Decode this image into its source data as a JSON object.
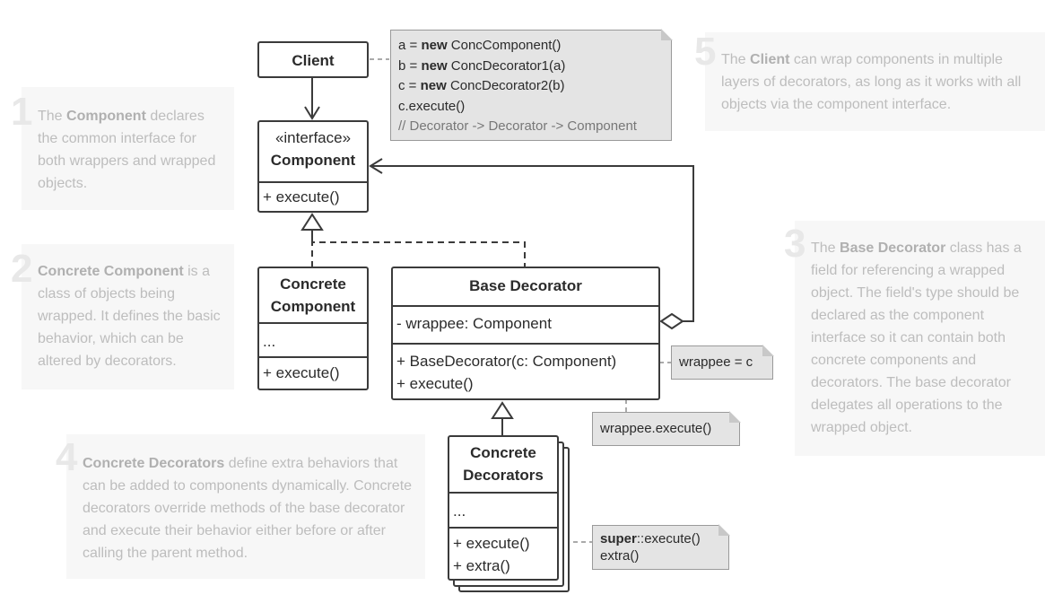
{
  "annotations": [
    {
      "num": "1",
      "parts": [
        {
          "t": "The ",
          "b": false
        },
        {
          "t": "Component",
          "b": true
        },
        {
          "t": " declares the common interface for both wrappers and wrapped objects.",
          "b": false
        }
      ]
    },
    {
      "num": "2",
      "parts": [
        {
          "t": "Concrete Component",
          "b": true
        },
        {
          "t": " is a class of objects being wrapped. It defines the basic behavior, which can be altered by decorators.",
          "b": false
        }
      ]
    },
    {
      "num": "3",
      "parts": [
        {
          "t": "The ",
          "b": false
        },
        {
          "t": "Base Decorator",
          "b": true
        },
        {
          "t": " class has a field for referencing a wrapped object. The field's type should be declared as the component interface so it can contain both concrete components and decorators. The base decorator delegates all operations to the wrapped object.",
          "b": false
        }
      ]
    },
    {
      "num": "4",
      "parts": [
        {
          "t": "Concrete Decorators",
          "b": true
        },
        {
          "t": " define extra behaviors that can be added to components dynamically. Concrete decorators override methods of the base decorator and execute their behavior either before or after calling the parent method.",
          "b": false
        }
      ]
    },
    {
      "num": "5",
      "parts": [
        {
          "t": "The ",
          "b": false
        },
        {
          "t": "Client",
          "b": true
        },
        {
          "t": " can wrap components in multiple layers of decorators, as long as it works with all objects via the component interface.",
          "b": false
        }
      ]
    }
  ],
  "classes": {
    "client": {
      "title": "Client"
    },
    "component": {
      "stereotype": "«interface»",
      "title": "Component",
      "methods": [
        "+ execute()"
      ]
    },
    "concrete_component": {
      "title_lines": [
        "Concrete",
        "Component"
      ],
      "fields": [
        "..."
      ],
      "methods": [
        "+ execute()"
      ]
    },
    "base_decorator": {
      "title": "Base Decorator",
      "fields": [
        "- wrappee: Component"
      ],
      "methods": [
        "+ BaseDecorator(c: Component)",
        "+ execute()"
      ]
    },
    "concrete_decorators": {
      "title_lines": [
        "Concrete",
        "Decorators"
      ],
      "fields": [
        "..."
      ],
      "methods": [
        "+ execute()",
        "+ extra()"
      ]
    }
  },
  "notes": {
    "client_code": [
      [
        {
          "t": "a = ",
          "b": false
        },
        {
          "t": "new",
          "b": true
        },
        {
          "t": " ConcComponent()",
          "b": false
        }
      ],
      [
        {
          "t": "b = ",
          "b": false
        },
        {
          "t": "new",
          "b": true
        },
        {
          "t": " ConcDecorator1(a)",
          "b": false
        }
      ],
      [
        {
          "t": "c = ",
          "b": false
        },
        {
          "t": "new",
          "b": true
        },
        {
          "t": " ConcDecorator2(b)",
          "b": false
        }
      ],
      [
        {
          "t": "c.execute()",
          "b": false
        }
      ],
      [
        {
          "t": "// Decorator -> Decorator -> Component",
          "b": false,
          "c": true
        }
      ]
    ],
    "wrappee_assign": "wrappee = c",
    "wrappee_execute": "wrappee.execute()",
    "super_execute": [
      [
        {
          "t": "super",
          "b": true
        },
        {
          "t": "::execute()",
          "b": false
        }
      ],
      [
        {
          "t": "extra()",
          "b": false
        }
      ]
    ]
  }
}
